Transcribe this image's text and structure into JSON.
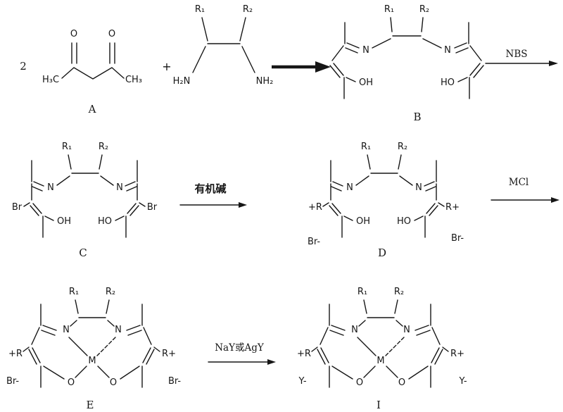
{
  "scheme": {
    "stoichiometric_coefficient": "2",
    "plus": "+",
    "arrows": {
      "nbs": "NBS",
      "organic_base": "有机碱",
      "mcl": "MCl",
      "nay_agy": "NaY或AgY"
    },
    "labels": {
      "a": "A",
      "b": "B",
      "c": "C",
      "d": "D",
      "e": "E",
      "i": "I"
    },
    "atoms": {
      "o": "O",
      "h3c": "H₃C",
      "ch3": "CH₃",
      "r1": "R₁",
      "r2": "R₂",
      "h2n": "H₂N",
      "nh2": "NH₂",
      "n": "N",
      "oh": "OH",
      "ho": "HO",
      "br": "Br",
      "br_anion": "Br-",
      "y_anion": "Y-",
      "plus_r": "+R",
      "r_plus": "R+",
      "m": "M"
    }
  }
}
